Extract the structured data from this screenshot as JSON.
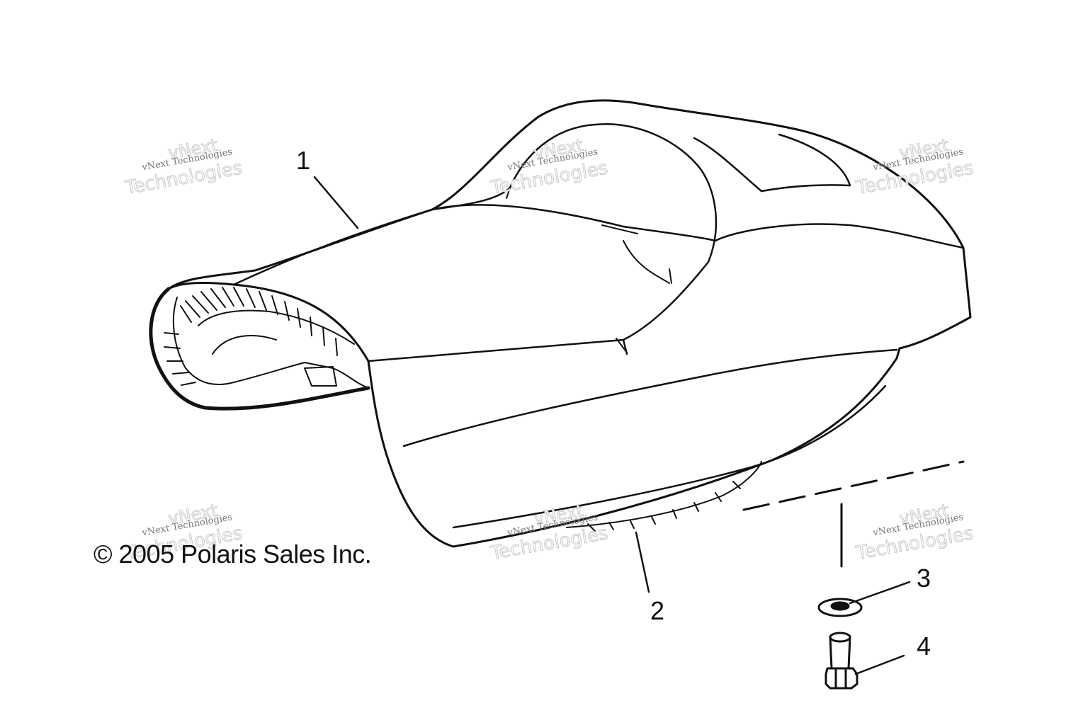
{
  "copyright": "© 2005 Polaris Sales Inc.",
  "callouts": [
    {
      "id": "1",
      "label": "1"
    },
    {
      "id": "2",
      "label": "2"
    },
    {
      "id": "3",
      "label": "3"
    },
    {
      "id": "4",
      "label": "4"
    }
  ],
  "watermark": {
    "small": "vNext Technologies",
    "big": "Technologies",
    "top": "vNext"
  },
  "colors": {
    "line": "#111111",
    "background": "#ffffff",
    "watermark": "#c8c8c8"
  }
}
